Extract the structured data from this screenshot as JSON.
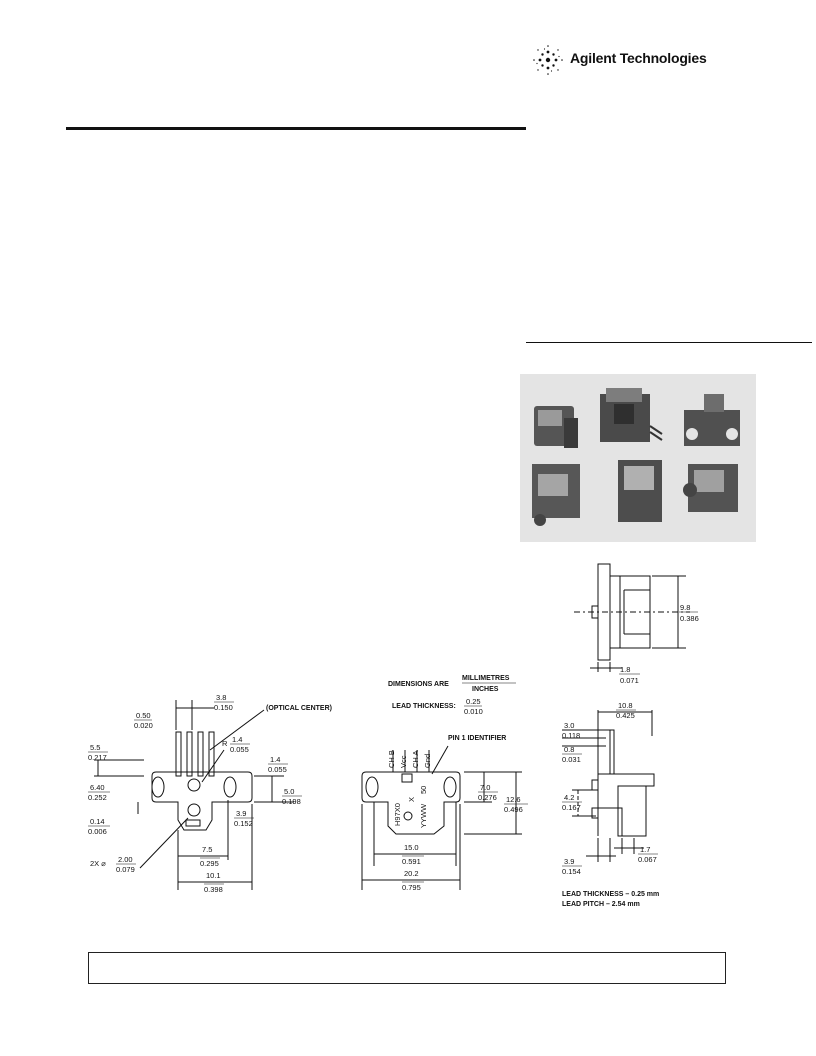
{
  "header": {
    "brand_name": "Agilent Technologies"
  },
  "drawings": {
    "side_view": {
      "height_mm": "9.8",
      "height_in": "0.386",
      "flange_mm": "1.8",
      "flange_in": "0.071"
    },
    "front_view": {
      "d1_mm": "3.8",
      "d1_in": "0.150",
      "optical_center": "(OPTICAL CENTER)",
      "d2_mm": "0.50",
      "d2_in": "0.020",
      "radius_prefix": "R",
      "radius_mm": "1.4",
      "radius_in": "0.055",
      "d3_mm": "5.5",
      "d3_in": "0.217",
      "d4_mm": "1.4",
      "d4_in": "0.055",
      "d5_mm": "6.40",
      "d5_in": "0.252",
      "d6_mm": "5.0",
      "d6_in": "0.198",
      "d7_mm": "0.14",
      "d7_in": "0.006",
      "d8_mm": "3.9",
      "d8_in": "0.152",
      "hole_prefix": "2X ⌀",
      "hole_mm": "2.00",
      "hole_in": "0.079",
      "d9_mm": "7.5",
      "d9_in": "0.295",
      "d10_mm": "10.1",
      "d10_in": "0.398"
    },
    "top_view": {
      "dims_label": "DIMENSIONS ARE",
      "dims_num": "MILLIMETRES",
      "dims_den": "INCHES",
      "lead_label": "LEAD THICKNESS:",
      "lead_mm": "0.25",
      "lead_in": "0.010",
      "pin1": "PIN 1 IDENTIFIER",
      "pin_labels": [
        "CH B",
        "Vcc",
        "CH A",
        "Gnd"
      ],
      "part_code": "H97X0",
      "part_x": "X",
      "part_50": "50",
      "part_yyww": "YYWW",
      "d1_mm": "7.0",
      "d1_in": "0.276",
      "d2_mm": "12.6",
      "d2_in": "0.496",
      "d3_mm": "15.0",
      "d3_in": "0.591",
      "d4_mm": "20.2",
      "d4_in": "0.795"
    },
    "right_view": {
      "d1_mm": "10.8",
      "d1_in": "0.425",
      "d2_mm": "3.0",
      "d2_in": "0.118",
      "d3_mm": "0.8",
      "d3_in": "0.031",
      "d4_mm": "4.2",
      "d4_in": "0.167",
      "d5_mm": "1.7",
      "d5_in": "0.067",
      "d6_mm": "3.9",
      "d6_in": "0.154",
      "note1": "LEAD THICKNESS – 0.25 mm",
      "note2": "LEAD PITCH – 2.54 mm"
    }
  }
}
